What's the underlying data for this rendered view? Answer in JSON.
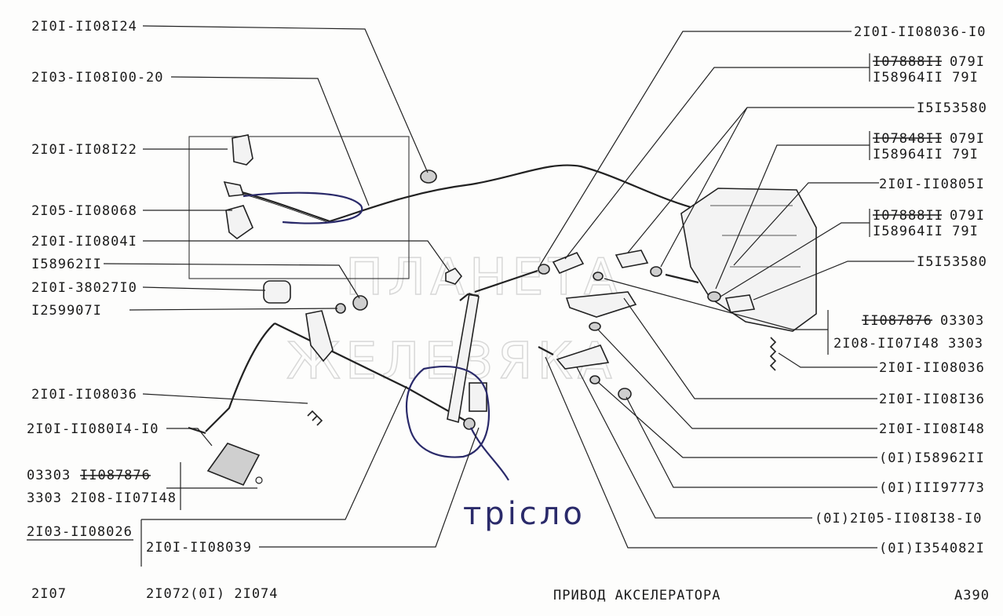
{
  "labels_left": [
    {
      "id": "l1",
      "text": "2I0I-II08I24"
    },
    {
      "id": "l2",
      "text": "2I03-II08I00-20"
    },
    {
      "id": "l3",
      "text": "2I0I-II08I22"
    },
    {
      "id": "l4",
      "text": "2I05-II08068"
    },
    {
      "id": "l5",
      "text": "2I0I-II0804I"
    },
    {
      "id": "l6",
      "text": "I58962II"
    },
    {
      "id": "l7",
      "text": "2I0I-38027I0"
    },
    {
      "id": "l8",
      "text": "I259907I"
    },
    {
      "id": "l9",
      "text": "2I0I-II08036"
    },
    {
      "id": "l10",
      "text": "2I0I-II080I4-I0"
    }
  ],
  "group_left": {
    "row1_a": "03303",
    "row1_b": "II087876",
    "row2": "3303 2I08-II07I48",
    "main": "2I03-II08026",
    "sub": "2I0I-II08039"
  },
  "labels_right": [
    {
      "id": "r1",
      "text": "2I0I-II08036-I0"
    },
    {
      "id": "r2a_s",
      "text": "I07888II"
    },
    {
      "id": "r2a_t",
      "text": "079I"
    },
    {
      "id": "r2b",
      "text": "I58964II   79I"
    },
    {
      "id": "r3",
      "text": "I5I53580"
    },
    {
      "id": "r4a_s",
      "text": "I07848II"
    },
    {
      "id": "r4a_t",
      "text": "079I"
    },
    {
      "id": "r4b",
      "text": "I58964II   79I"
    },
    {
      "id": "r5",
      "text": "2I0I-II0805I"
    },
    {
      "id": "r6a_s",
      "text": "I07888II"
    },
    {
      "id": "r6a_t",
      "text": "079I"
    },
    {
      "id": "r6b",
      "text": "I58964II   79I"
    },
    {
      "id": "r7",
      "text": "I5I53580"
    },
    {
      "id": "r8a_s",
      "text": "II087876"
    },
    {
      "id": "r8a_t",
      "text": "03303"
    },
    {
      "id": "r8b",
      "text": "2I08-II07I48 3303"
    },
    {
      "id": "r9",
      "text": "2I0I-II08036"
    },
    {
      "id": "r10",
      "text": "2I0I-II08I36"
    },
    {
      "id": "r11",
      "text": "2I0I-II08I48"
    },
    {
      "id": "r12",
      "text": "(0I)I58962II"
    },
    {
      "id": "r13",
      "text": "(0I)III97773"
    },
    {
      "id": "r14",
      "text": "(0I)2I05-II08I38-I0"
    },
    {
      "id": "r15",
      "text": "(0I)I354082I"
    }
  ],
  "footer": {
    "model": "2I07",
    "variants": "2I072(0I)  2I074",
    "title": "ПРИВОД  АКСЕЛЕРАТОРА",
    "page": "А390"
  },
  "watermark": {
    "line1": "ПЛАНЕТА",
    "line2": "ЖЕЛЕЗЯКА"
  },
  "handwritten": "трісло"
}
